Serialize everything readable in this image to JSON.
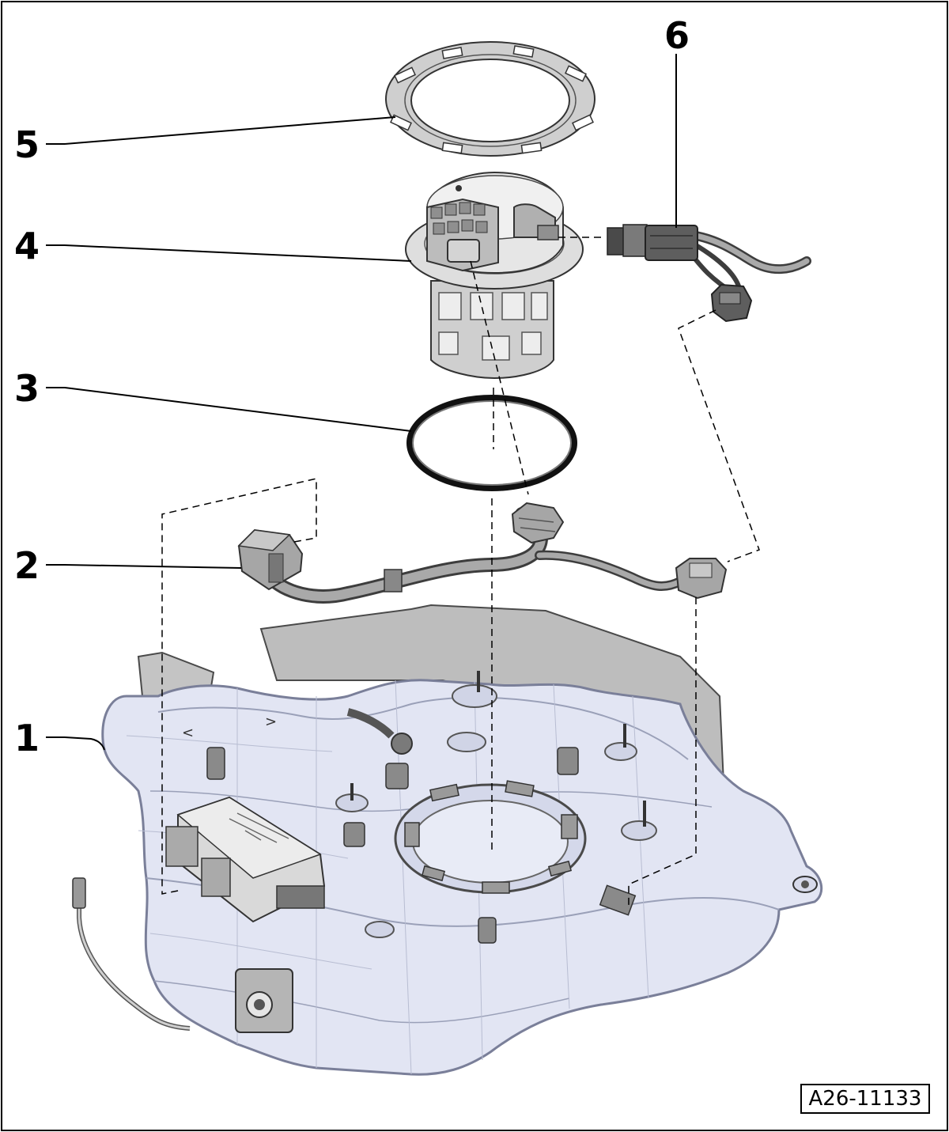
{
  "callouts": [
    {
      "id": "1",
      "label": "1"
    },
    {
      "id": "2",
      "label": "2"
    },
    {
      "id": "3",
      "label": "3"
    },
    {
      "id": "4",
      "label": "4"
    },
    {
      "id": "5",
      "label": "5"
    },
    {
      "id": "6",
      "label": "6"
    }
  ],
  "figure_id": "A26-11133",
  "colors": {
    "tank_fill": "#e2e5f3",
    "tank_edge": "#7a7f99",
    "metal_fill": "#c9c9c9",
    "dark_part": "#6d6d6d",
    "line": "#000000"
  }
}
